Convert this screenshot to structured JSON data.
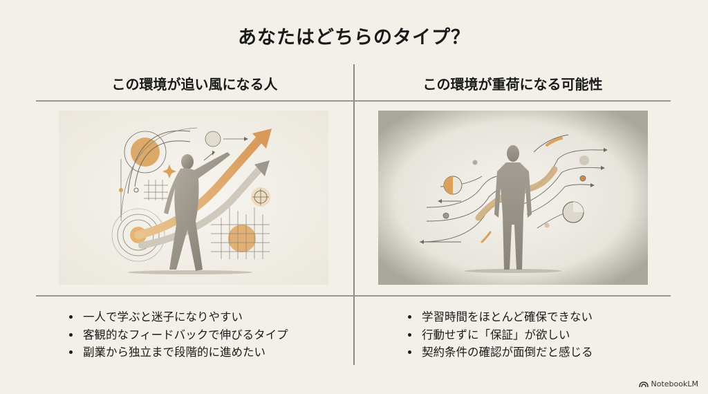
{
  "title": "あなたはどちらのタイプ？",
  "columns": [
    {
      "heading": "この環境が追い風になる人",
      "illustration": "person-reaching-upward-arrows",
      "bullets": [
        "一人で学ぶと迷子になりやすい",
        "客観的なフィードバックで伸びるタイプ",
        "副業から独立まで段階的に進めたい"
      ]
    },
    {
      "heading": "この環境が重荷になる可能性",
      "illustration": "person-standing-amid-flowing-lines",
      "bullets": [
        "学習時間をほとんど確保できない",
        "行動せずに「保証」が欲しい",
        "契約条件の確認が面倒だと感じる"
      ]
    }
  ],
  "branding": {
    "label": "NotebookLM",
    "icon": "notebooklm-logo-icon"
  },
  "colors": {
    "background": "#f3f0ea",
    "accent": "#d9a15a",
    "text": "#1a1a1a",
    "divider": "#9a9690"
  }
}
